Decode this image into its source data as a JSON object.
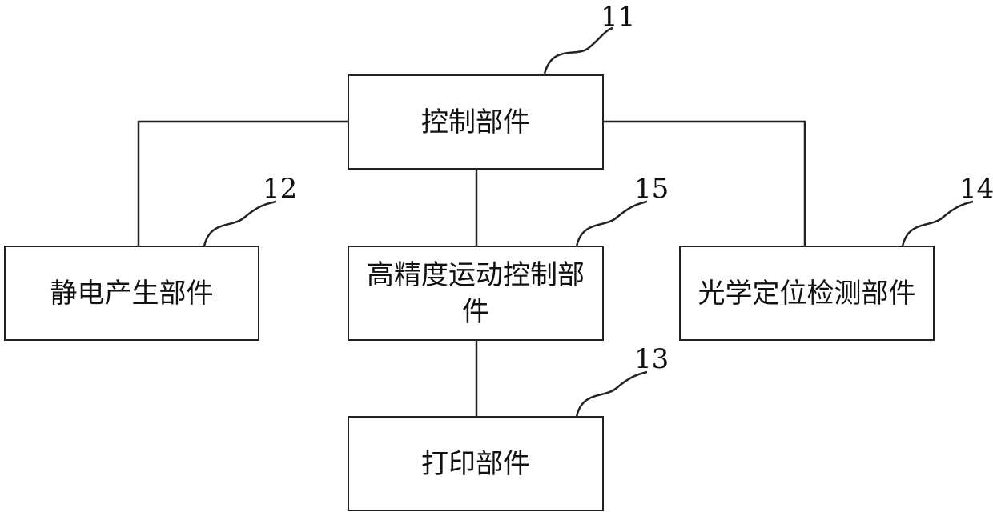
{
  "nodes": {
    "control": {
      "label": "控制部件",
      "ref": "11"
    },
    "static": {
      "label": "静电产生部件",
      "ref": "12"
    },
    "motion": {
      "label": "高精度运动控制部件",
      "ref": "15"
    },
    "optical": {
      "label": "光学定位检测部件",
      "ref": "14"
    },
    "print": {
      "label": "打印部件",
      "ref": "13"
    }
  },
  "colors": {
    "line": "#222222",
    "text": "#111111"
  }
}
